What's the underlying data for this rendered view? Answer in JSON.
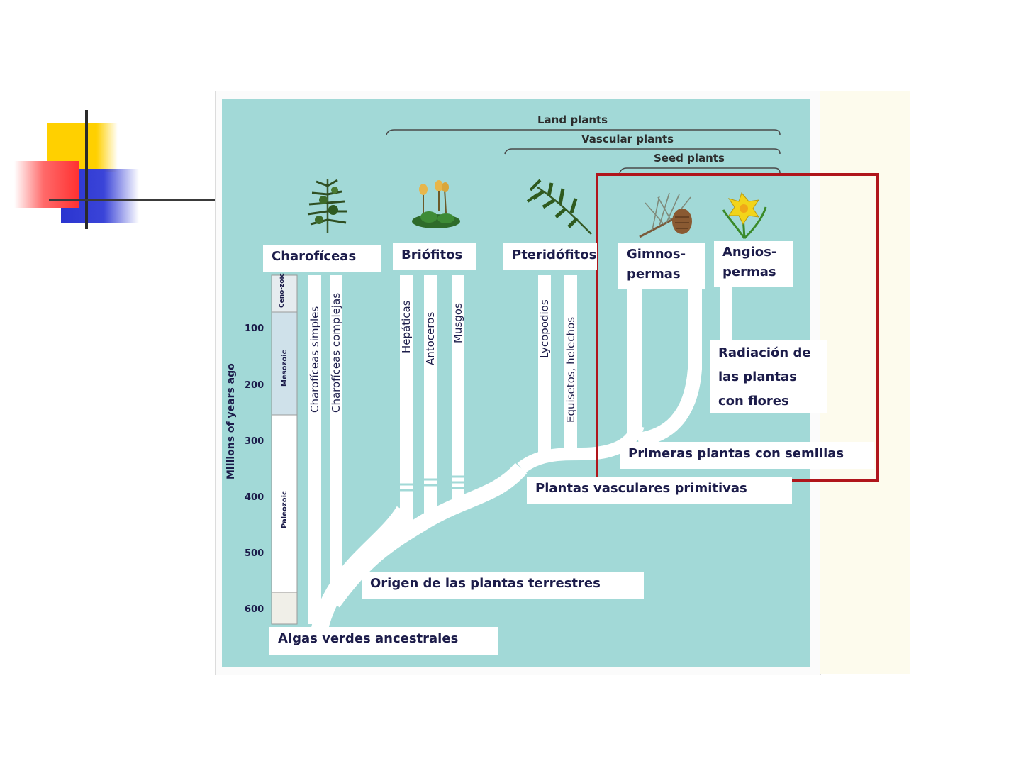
{
  "diagram": {
    "header": {
      "land_plants": "Land plants",
      "vascular_plants": "Vascular plants",
      "seed_plants": "Seed plants"
    },
    "axis": {
      "label": "Millions of years ago",
      "ticks": [
        "100",
        "200",
        "300",
        "400",
        "500",
        "600"
      ],
      "eras": [
        "Ceno-zoic",
        "Mesozoic",
        "Paleozoic"
      ]
    },
    "groups": {
      "charoficeas": "Charofíceas",
      "briofitos": "Briófitos",
      "pteridofitos": "Pteridófitos",
      "gimnospermas_line1": "Gimnos-",
      "gimnospermas_line2": "permas",
      "angiospermas_line1": "Angios-",
      "angiospermas_line2": "permas"
    },
    "lineages": {
      "charoficeas_simples": "Charofíceas simples",
      "charoficeas_complejas": "Charofíceas complejas",
      "hepaticas": "Hepáticas",
      "antoceros": "Antoceros",
      "musgos": "Musgos",
      "lycopodios": "Lycopodios",
      "equisetos_helechos": "Equisetos, helechos"
    },
    "events": {
      "radiacion_line1": "Radiación de",
      "radiacion_line2": "las plantas",
      "radiacion_line3": "con flores",
      "primeras_semillas": "Primeras plantas con semillas",
      "vasculares_primitivas": "Plantas vasculares primitivas",
      "origen_terrestres": "Origen de las plantas terrestres",
      "algas_ancestrales": "Algas verdes ancestrales"
    },
    "colors": {
      "background_teal": "#a2d9d7",
      "highlight_box": "#b0151b",
      "label_text": "#1c1c4a"
    },
    "icons": [
      "moss-like-plant-icon",
      "liverwort-plant-icon",
      "fern-icon",
      "pine-branch-icon",
      "daffodil-flower-icon"
    ]
  }
}
